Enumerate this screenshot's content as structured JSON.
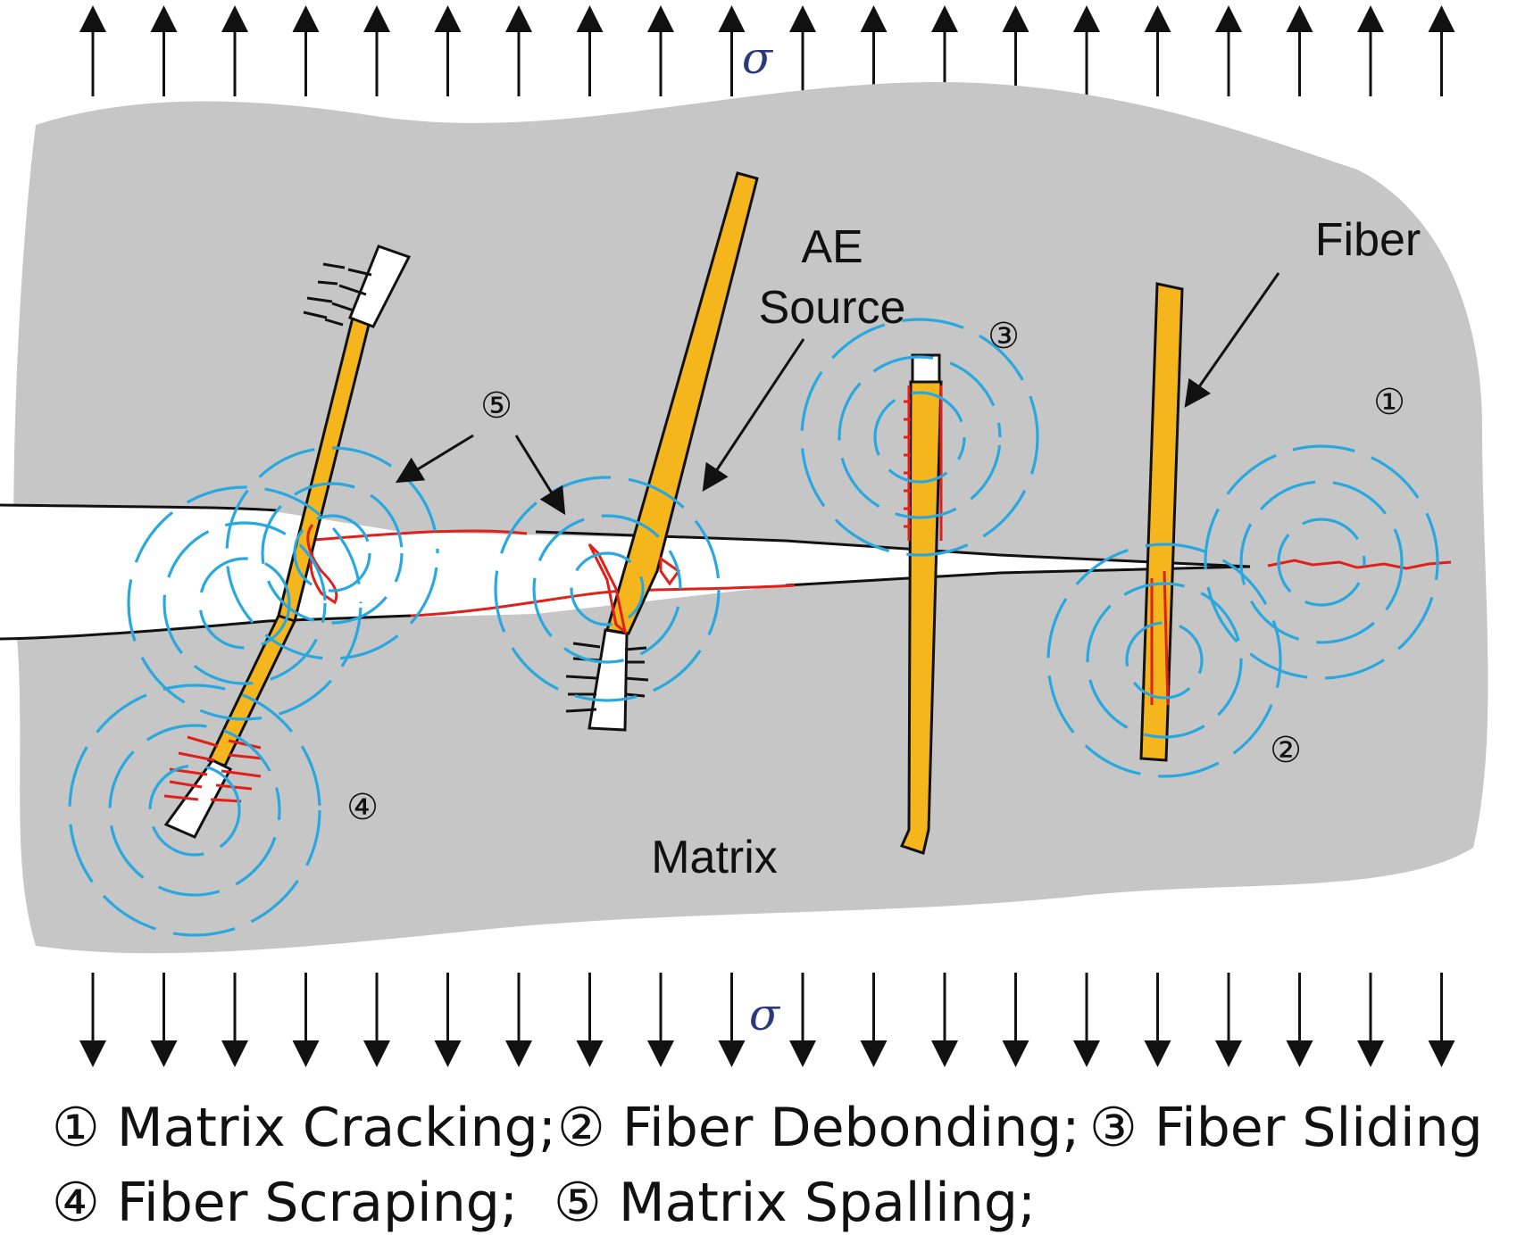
{
  "stress_top": "σ",
  "stress_bottom": "σ",
  "labels": {
    "ae_line1": "AE",
    "ae_line2": "Source",
    "fiber": "Fiber",
    "matrix": "Matrix"
  },
  "markers": {
    "m1": "①",
    "m2": "②",
    "m3": "③",
    "m4": "④",
    "m5": "⑤"
  },
  "legend": [
    {
      "symbol": "①",
      "text": "Matrix Cracking;"
    },
    {
      "symbol": "②",
      "text": "Fiber Debonding;"
    },
    {
      "symbol": "③",
      "text": "Fiber Sliding"
    },
    {
      "symbol": "④",
      "text": "Fiber Scraping;"
    },
    {
      "symbol": "⑤",
      "text": "Matrix Spalling;"
    }
  ],
  "colors": {
    "matrix": "#c6c6c6",
    "fiber": "#f5b51c",
    "wave": "#29a8e0",
    "crack": "#e0201a",
    "sigma": "#2b3a7a"
  }
}
